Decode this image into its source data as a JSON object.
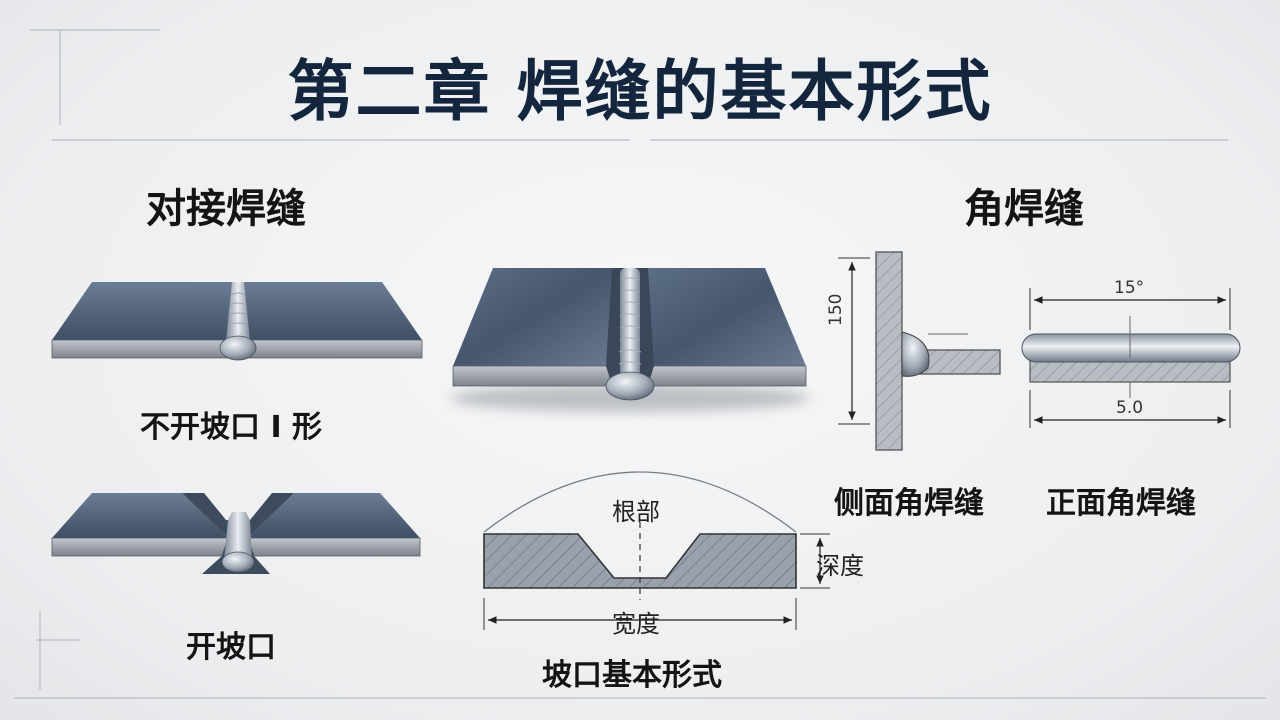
{
  "title": "第二章  焊缝的基本形式",
  "butt_weld": {
    "heading": "对接焊缝",
    "i_type_label": "不开坡口 I 形",
    "groove_label": "开坡口"
  },
  "groove_diagram": {
    "root_label": "根部",
    "depth_label": "深度",
    "width_label": "宽度",
    "caption": "坡口基本形式"
  },
  "fillet_weld": {
    "heading": "角焊缝",
    "side_dim": "150",
    "side_label": "侧面角焊缝",
    "front_top_dim": "15°",
    "front_bottom_dim": "5.0",
    "front_label": "正面角焊缝"
  },
  "colors": {
    "title": "#13263d",
    "steel_top": "#4c5e75",
    "steel_side": "#8c9199",
    "section_fill": "#8f97a6",
    "hatch": "#6c7482"
  }
}
